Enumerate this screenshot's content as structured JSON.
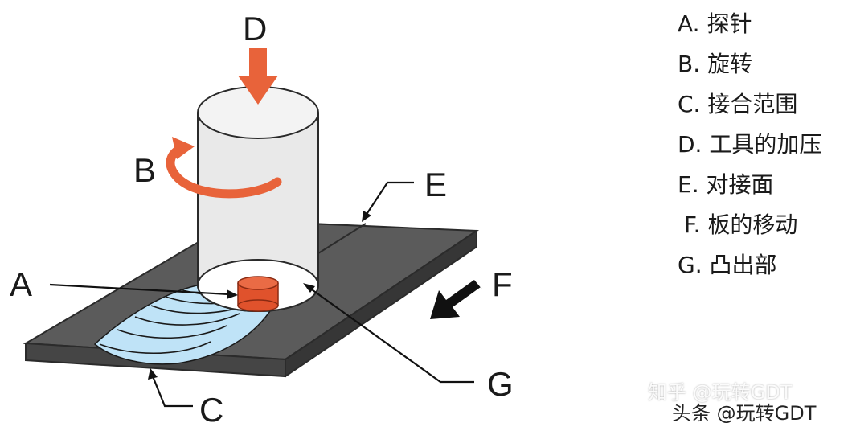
{
  "callouts": {
    "a": "A",
    "b": "B",
    "c": "C",
    "d": "D",
    "e": "E",
    "f": "F",
    "g": "G"
  },
  "legend": [
    {
      "key": "A.",
      "text": "探针"
    },
    {
      "key": "B.",
      "text": "旋转"
    },
    {
      "key": "C.",
      "text": "接合范围"
    },
    {
      "key": "D.",
      "text": "工具的加压"
    },
    {
      "key": "E.",
      "text": "对接面"
    },
    {
      "key": "F.",
      "text": "板的移动"
    },
    {
      "key": "G.",
      "text": "凸出部"
    }
  ],
  "watermarks": {
    "zhihu": "知乎 @玩转GDT",
    "toutiao": "头条 @玩转GDT"
  },
  "colors": {
    "plate_top": "#5b5b5b",
    "plate_side": "#3e3e3e",
    "tool_body": "#e9e9e9",
    "tool_outline": "#2a2a2a",
    "probe": "#e0522c",
    "pressure_arrow": "#e8633a",
    "rotation_arrow": "#e8633a",
    "weld_zone": "#bfe3f7",
    "leader_line": "#111111",
    "text": "#1a1a1a"
  }
}
